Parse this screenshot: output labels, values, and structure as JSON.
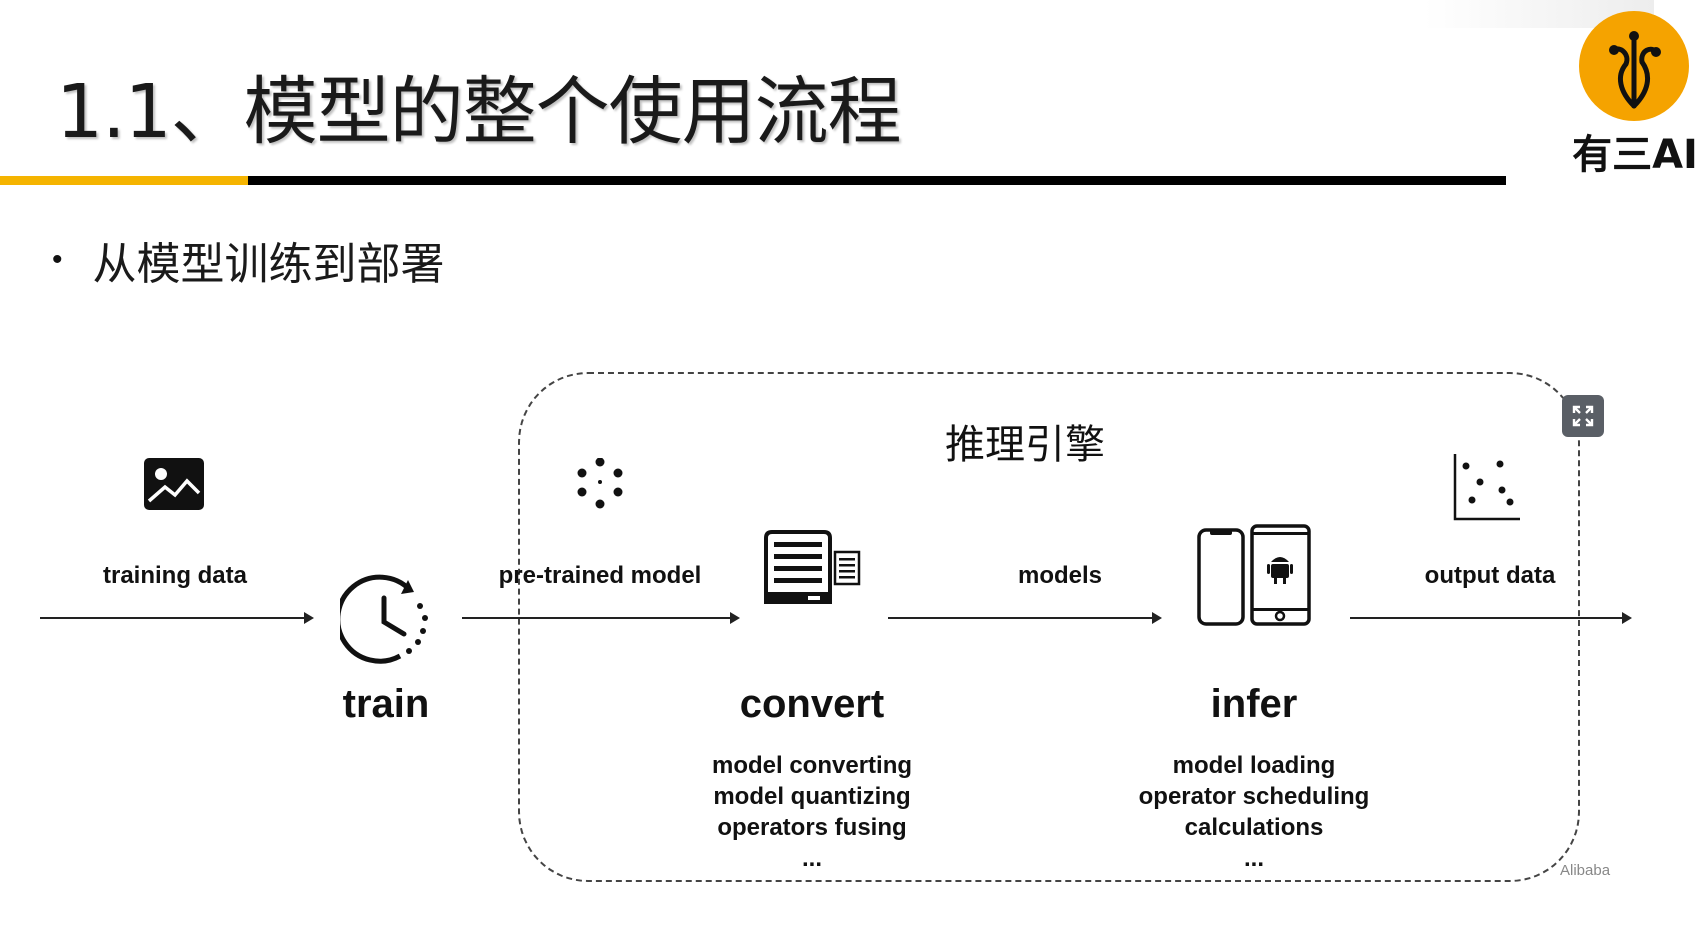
{
  "header": {
    "title": "1.1、模型的整个使用流程",
    "logo_text": "有三AI",
    "accent_color": "#f5b400"
  },
  "bullet": {
    "text": "从模型训练到部署"
  },
  "diagram": {
    "engine_label": "推理引擎",
    "flow_labels": {
      "training_data": "training data",
      "pretrained_model": "pre-trained model",
      "models": "models",
      "output_data": "output data"
    },
    "stages": {
      "train": {
        "name": "train"
      },
      "convert": {
        "name": "convert",
        "steps": [
          "model converting",
          "model quantizing",
          "operators fusing",
          "..."
        ]
      },
      "infer": {
        "name": "infer",
        "steps": [
          "model loading",
          "operator scheduling",
          "calculations",
          "..."
        ]
      }
    },
    "watermark": "Alibaba",
    "icons": {
      "training_data": "image-icon",
      "pretrained_model": "network-nodes-icon",
      "train": "clock-icon",
      "convert": "server-icon",
      "infer": "mobile-devices-icon",
      "output_data": "scatter-plot-icon",
      "expand": "expand-icon"
    }
  }
}
